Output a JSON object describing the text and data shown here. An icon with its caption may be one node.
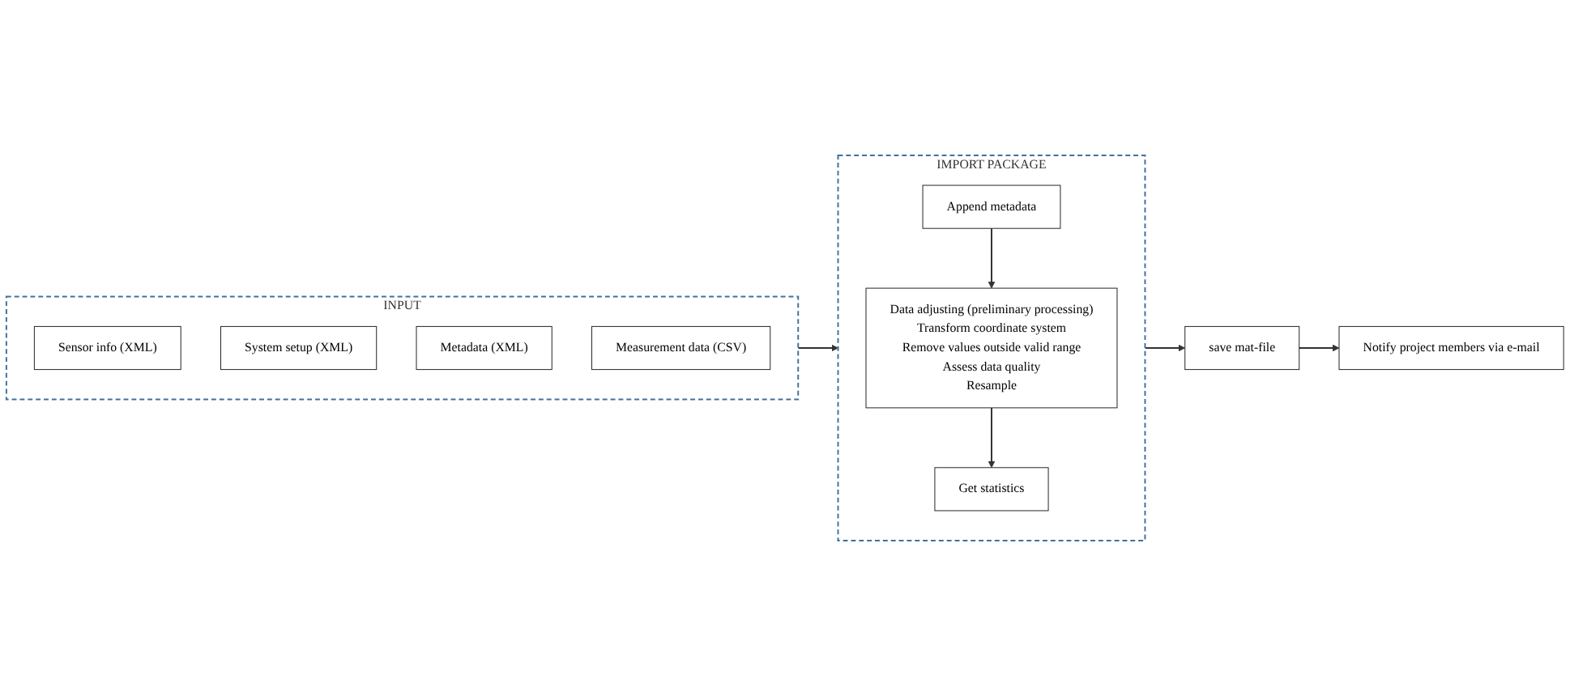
{
  "diagram": {
    "nodes": [
      {
        "text": [
          "INPUT"
        ]
      },
      {
        "text": [
          "Sensor info (XML)"
        ],
        "in": 0
      },
      {
        "text": [
          "System setup (XML)"
        ],
        "in": 0
      },
      {
        "text": [
          "Metadata (XML)"
        ],
        "in": 0
      },
      {
        "text": [
          "Measurement data (CSV)"
        ],
        "in": 0
      },
      {
        "text": [
          "IMPORT PACKAGE"
        ]
      },
      {
        "text": [
          "Append metadata"
        ],
        "in": 5
      },
      {
        "text": [
          "Data adjusting (preliminary processing)",
          "Transform coordinate system",
          "Remove values outside valid range",
          "Assess data quality",
          "Resample"
        ],
        "in": 5
      },
      {
        "text": [
          "Get statistics"
        ],
        "in": 5
      },
      {
        "text": [
          "save mat-file"
        ]
      },
      {
        "text": [
          "Notify project members via e-mail"
        ]
      }
    ],
    "edges": [
      {
        "from": 0,
        "to": 5,
        "arrow": "to"
      },
      {
        "from": 6,
        "to": 7,
        "arrow": "to"
      },
      {
        "from": 7,
        "to": 8,
        "arrow": "to"
      },
      {
        "from": 5,
        "to": 9,
        "arrow": "to"
      },
      {
        "from": 9,
        "to": 10,
        "arrow": "to"
      }
    ]
  }
}
